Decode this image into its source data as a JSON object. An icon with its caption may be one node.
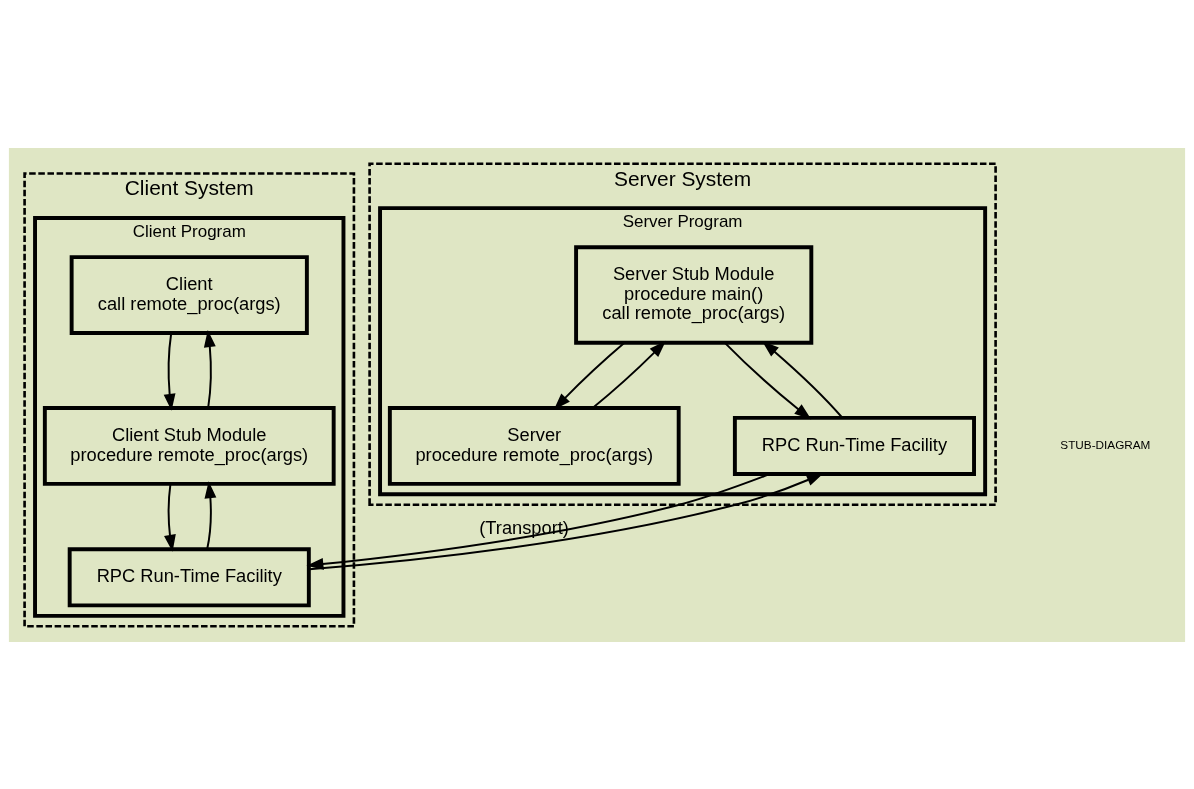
{
  "diagram": {
    "nodes": [
      {
        "text": [
          "Client System"
        ]
      },
      {
        "text": [
          "Client Program"
        ],
        "in": 0
      },
      {
        "text": [
          "Client",
          "call remote_proc(args)"
        ],
        "in": 1
      },
      {
        "text": [
          "Client Stub Module",
          "procedure remote_proc(args)"
        ],
        "in": 1
      },
      {
        "text": [
          "RPC Run-Time Facility"
        ],
        "in": 1
      },
      {
        "text": [
          "Server System"
        ]
      },
      {
        "text": [
          "Server Program"
        ],
        "in": 5
      },
      {
        "text": [
          "Server Stub Module",
          "procedure main()",
          "call remote_proc(args)"
        ],
        "in": 6
      },
      {
        "text": [
          "Server",
          "procedure remote_proc(args)"
        ],
        "in": 6
      },
      {
        "text": [
          "RPC Run-Time Facility"
        ],
        "in": 6
      }
    ],
    "edges": [
      {
        "from": 2,
        "to": 3,
        "arrow": "to"
      },
      {
        "from": 3,
        "to": 2,
        "arrow": "to"
      },
      {
        "from": 3,
        "to": 4,
        "arrow": "to"
      },
      {
        "from": 4,
        "to": 3,
        "arrow": "to"
      },
      {
        "from": 7,
        "to": 9,
        "arrow": "to"
      },
      {
        "from": 8,
        "to": 7,
        "arrow": "to"
      },
      {
        "from": 7,
        "to": 8,
        "arrow": "to"
      },
      {
        "from": 9,
        "to": 7,
        "arrow": "to"
      },
      {
        "from": 9,
        "to": 4,
        "arrow": "to"
      },
      {
        "from": 4,
        "to": 9,
        "arrow": "to",
        "label": "(Transport)"
      }
    ],
    "labels": [
      "STUB-DIAGRAM"
    ]
  }
}
